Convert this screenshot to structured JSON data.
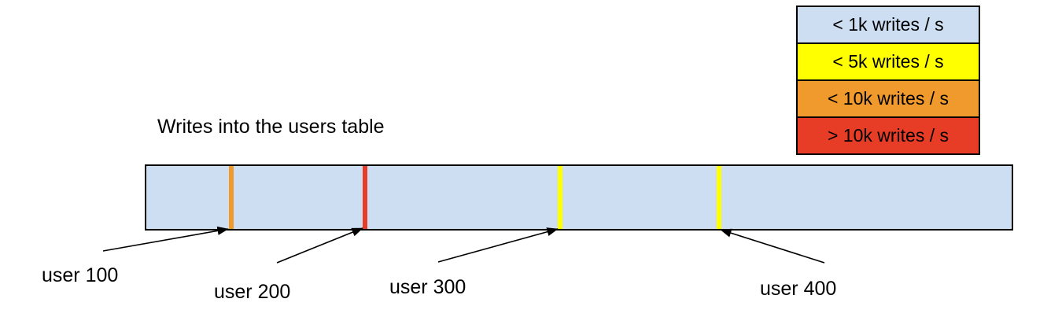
{
  "title": "Writes into the users table",
  "colors": {
    "background": "#ffffff",
    "bar_fill": "#cdddf2",
    "outline": "#000000",
    "rate_lt_1k": "#cdddf2",
    "rate_lt_5k": "#ffff00",
    "rate_lt_10k": "#f0992c",
    "rate_gt_10k": "#e73c25"
  },
  "legend": {
    "items": [
      {
        "label": "< 1k writes / s",
        "color": "#cdddf2"
      },
      {
        "label": "< 5k writes / s",
        "color": "#ffff00"
      },
      {
        "label": "< 10k writes / s",
        "color": "#f0992c"
      },
      {
        "label": "> 10k writes / s",
        "color": "#e73c25"
      }
    ]
  },
  "bar": {
    "hotspots": [
      {
        "user": "user 100",
        "rate": "< 10k writes / s",
        "color": "#f0992c"
      },
      {
        "user": "user 200",
        "rate": "> 10k writes / s",
        "color": "#e73c25"
      },
      {
        "user": "user 300",
        "rate": "< 5k writes / s",
        "color": "#ffff00"
      },
      {
        "user": "user 400",
        "rate": "< 5k writes / s",
        "color": "#ffff00"
      }
    ]
  }
}
